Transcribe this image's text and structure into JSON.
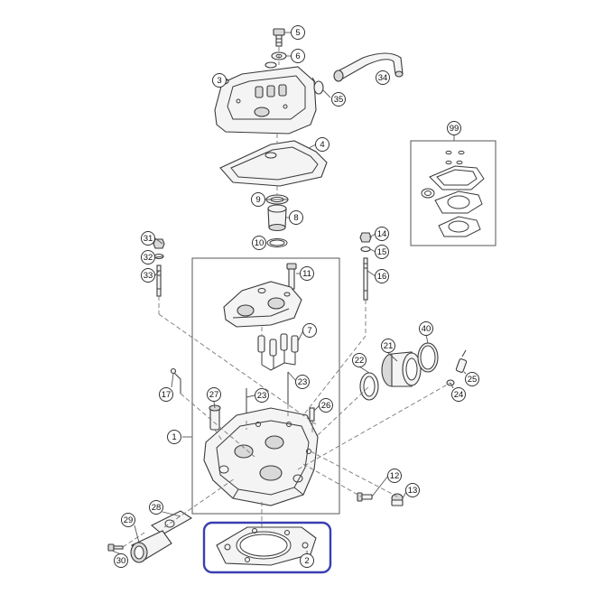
{
  "highlight_color": "#3a3fb0",
  "callouts": [
    {
      "id": "c1",
      "label": "1"
    },
    {
      "id": "c2",
      "label": "2"
    },
    {
      "id": "c3",
      "label": "3"
    },
    {
      "id": "c4",
      "label": "4"
    },
    {
      "id": "c5",
      "label": "5"
    },
    {
      "id": "c6",
      "label": "6"
    },
    {
      "id": "c7",
      "label": "7"
    },
    {
      "id": "c8",
      "label": "8"
    },
    {
      "id": "c9",
      "label": "9"
    },
    {
      "id": "c10",
      "label": "10"
    },
    {
      "id": "c11",
      "label": "11"
    },
    {
      "id": "c12",
      "label": "12"
    },
    {
      "id": "c13",
      "label": "13"
    },
    {
      "id": "c14",
      "label": "14"
    },
    {
      "id": "c15",
      "label": "15"
    },
    {
      "id": "c16",
      "label": "16"
    },
    {
      "id": "c17",
      "label": "17"
    },
    {
      "id": "c21",
      "label": "21"
    },
    {
      "id": "c22",
      "label": "22"
    },
    {
      "id": "c23a",
      "label": "23"
    },
    {
      "id": "c23b",
      "label": "23"
    },
    {
      "id": "c24",
      "label": "24"
    },
    {
      "id": "c25",
      "label": "25"
    },
    {
      "id": "c26",
      "label": "26"
    },
    {
      "id": "c27",
      "label": "27"
    },
    {
      "id": "c28",
      "label": "28"
    },
    {
      "id": "c29",
      "label": "29"
    },
    {
      "id": "c30",
      "label": "30"
    },
    {
      "id": "c31",
      "label": "31"
    },
    {
      "id": "c32",
      "label": "32"
    },
    {
      "id": "c33",
      "label": "33"
    },
    {
      "id": "c34",
      "label": "34"
    },
    {
      "id": "c35",
      "label": "35"
    },
    {
      "id": "c40",
      "label": "40"
    },
    {
      "id": "c99",
      "label": "99"
    }
  ]
}
